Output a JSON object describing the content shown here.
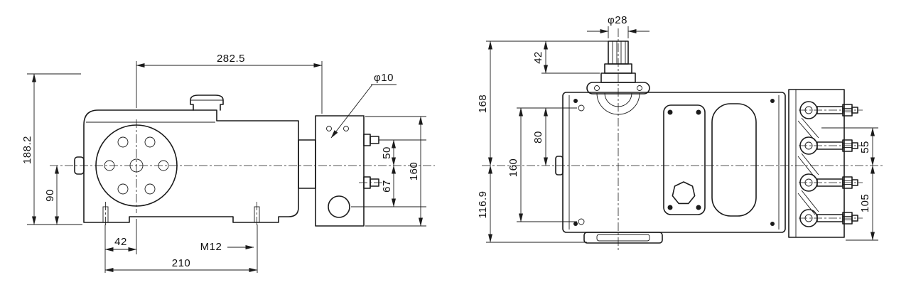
{
  "side_view": {
    "dims": {
      "width_overall": "282.5",
      "hole_diameter": "φ10",
      "height_overall": "188.2",
      "height_centerline": "90",
      "foot_to_center": "42",
      "foot_thread": "M12",
      "foot_spacing": "210",
      "port_upper": "50",
      "port_lower": "67",
      "fluid_end_height": "160"
    }
  },
  "top_view": {
    "dims": {
      "shaft_diameter": "φ28",
      "shaft_end_length": "42",
      "front_to_centerline": "168",
      "bolt_to_centerline": "80",
      "bolt_spacing": "160",
      "centerline_to_rear": "116.9",
      "valve_pitch": "55",
      "valve_span": "105"
    }
  }
}
